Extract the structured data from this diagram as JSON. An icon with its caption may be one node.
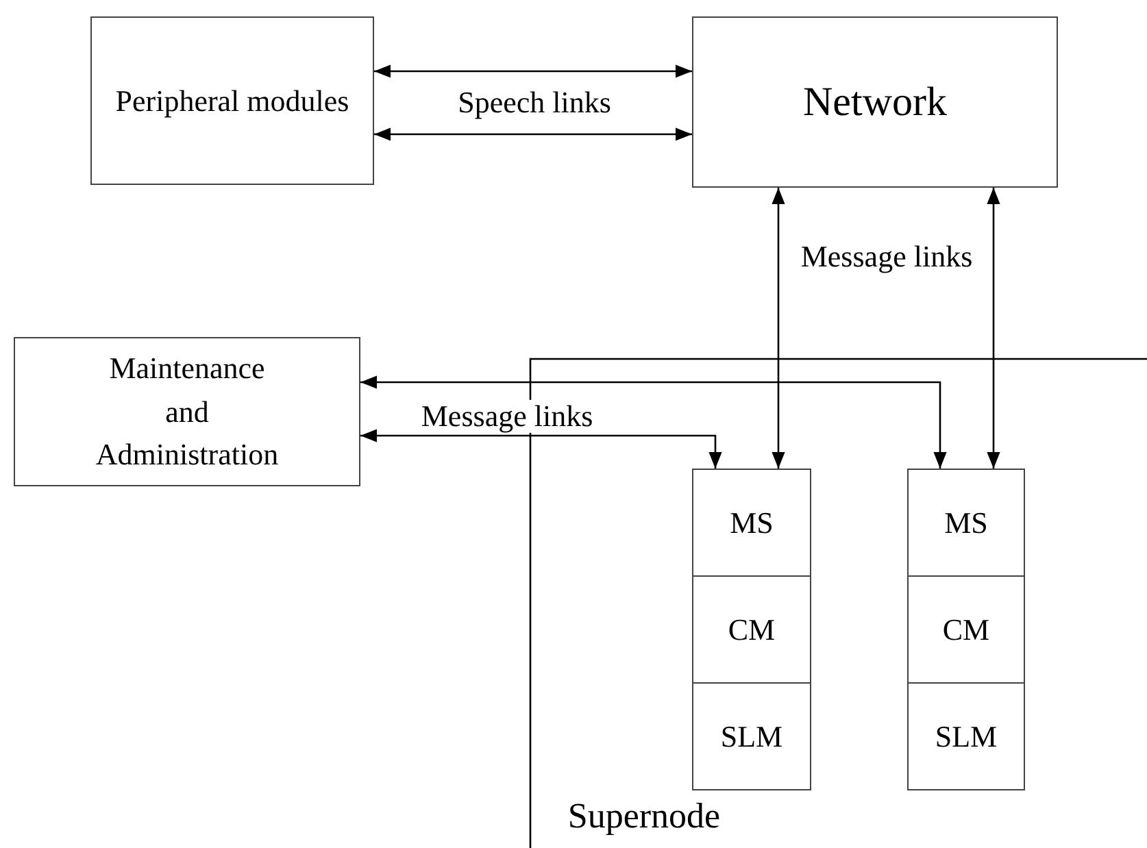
{
  "diagram": {
    "nodes": [
      {
        "text": [
          "Peripheral modules"
        ]
      },
      {
        "text": [
          "Network"
        ]
      },
      {
        "text": [
          "Maintenance and Administration"
        ]
      },
      {
        "text": [],
        "shape": "box"
      },
      {
        "text": [
          "MS"
        ],
        "in": 3
      },
      {
        "text": [
          "CM"
        ],
        "in": 3
      },
      {
        "text": [
          "SLM"
        ],
        "in": 3
      },
      {
        "text": [],
        "shape": "box"
      },
      {
        "text": [
          "MS"
        ],
        "in": 7
      },
      {
        "text": [
          "CM"
        ],
        "in": 7
      },
      {
        "text": [
          "SLM"
        ],
        "in": 7
      }
    ],
    "edges": [
      {
        "from": 0,
        "to": 1,
        "arrow": "both",
        "label": "Speech links"
      },
      {
        "from": 0,
        "to": 1,
        "arrow": "both"
      },
      {
        "from": 1,
        "to": 4,
        "arrow": "both"
      },
      {
        "from": 1,
        "to": 8,
        "arrow": "both"
      },
      {
        "from": 2,
        "to": 4,
        "arrow": "both",
        "label": "Message links"
      },
      {
        "from": 2,
        "to": 8,
        "arrow": "both"
      }
    ],
    "labels": [
      "Message links",
      "Supernode"
    ]
  }
}
